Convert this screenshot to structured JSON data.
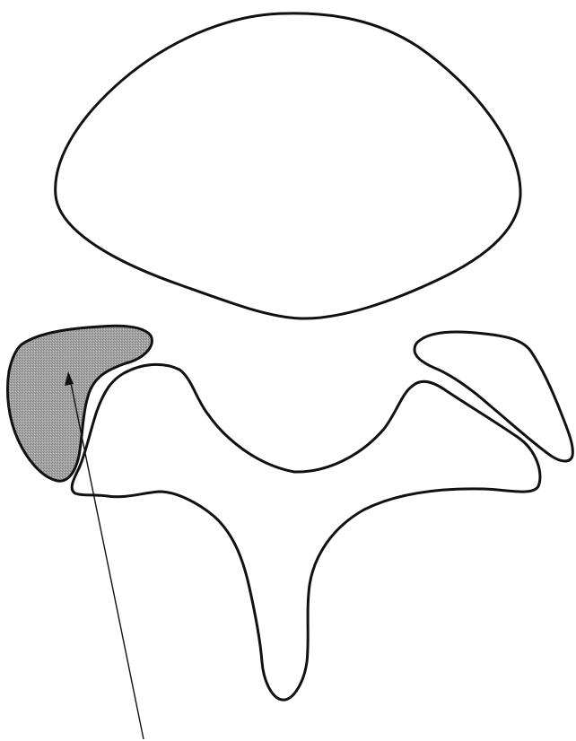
{
  "diagram": {
    "kind": "vertebra-cross-section-line-drawing",
    "colors": {
      "outline": "#111111",
      "shaded_region": "#9a9a9a",
      "background": "#ffffff"
    },
    "parts": [
      {
        "id": "vertebral-body",
        "shaded": false
      },
      {
        "id": "posterior-arch",
        "shaded": false
      },
      {
        "id": "left-structure",
        "shaded": true
      },
      {
        "id": "right-structure",
        "shaded": false
      }
    ],
    "pointer": {
      "target": "left-structure",
      "style": "thin-arrow"
    }
  }
}
